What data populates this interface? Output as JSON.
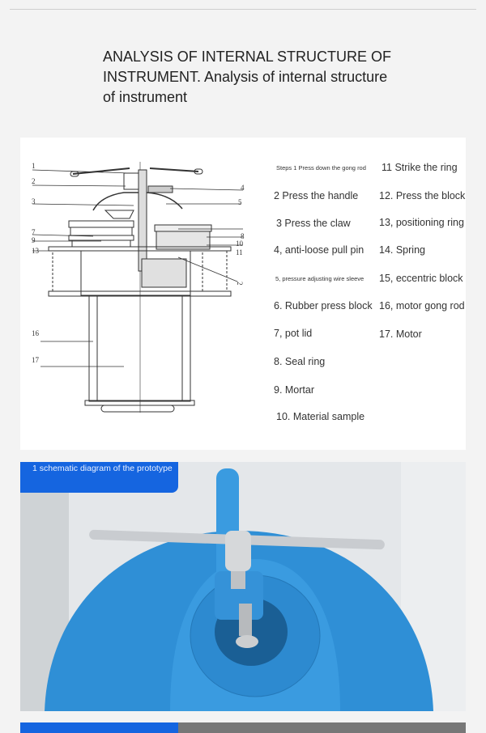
{
  "title": "ANALYSIS OF INTERNAL STRUCTURE OF INSTRUMENT. Analysis of internal structure of instrument",
  "diagram_labels": [
    "1",
    "2",
    "3",
    "7",
    "9",
    "13",
    "16",
    "17",
    "4",
    "5",
    "8",
    "10",
    "11",
    "2"
  ],
  "legend_left": [
    "Steps 1 Press down the gong rod",
    "2 Press the handle",
    "3 Press the claw",
    "4, anti-loose pull pin",
    "5, pressure adjusting wire sleeve",
    "6. Rubber press block",
    "7, pot lid",
    "8. Seal ring",
    "9. Mortar",
    "10. Material sample"
  ],
  "legend_right": [
    "11 Strike the ring",
    "12. Press the block",
    "13, positioning ring",
    "14. Spring",
    "15, eccentric block",
    "16, motor gong rod",
    "17. Motor"
  ],
  "photo_caption": "1 schematic diagram of the prototype",
  "colors": {
    "accent": "#1565e0",
    "machine_blue": "#2f8fd6"
  }
}
